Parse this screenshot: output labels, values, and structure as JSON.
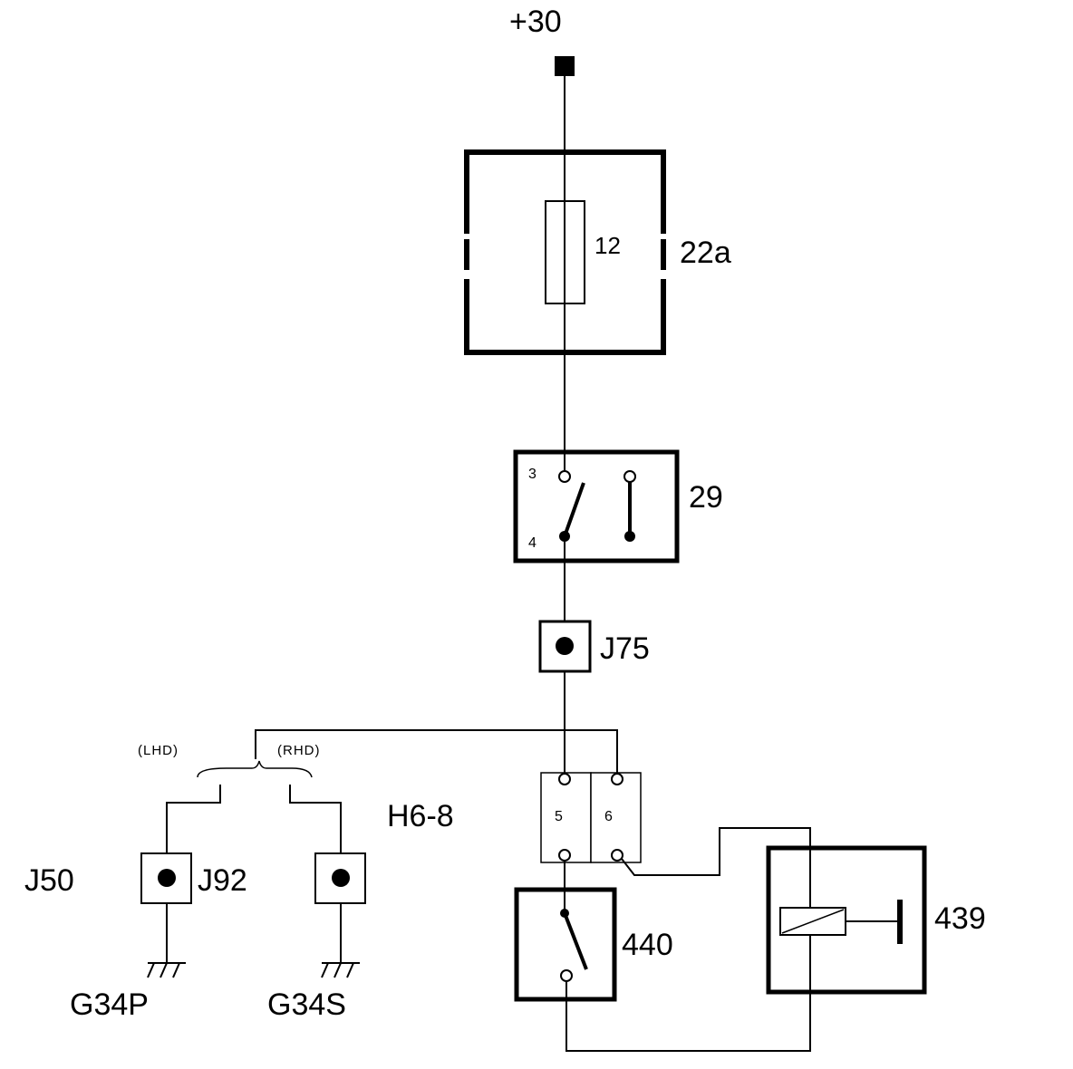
{
  "labels": {
    "supply": "+30",
    "fuse_box": "22a",
    "fuse_number": "12",
    "switch_29": "29",
    "pin_3": "3",
    "pin_4": "4",
    "junction_j75": "J75",
    "lhd": "(LHD)",
    "rhd": "(RHD)",
    "connector_h6_8": "H6-8",
    "pin_5": "5",
    "pin_6": "6",
    "j50": "J50",
    "j92": "J92",
    "g34p": "G34P",
    "g34s": "G34S",
    "switch_440": "440",
    "relay_439": "439"
  }
}
